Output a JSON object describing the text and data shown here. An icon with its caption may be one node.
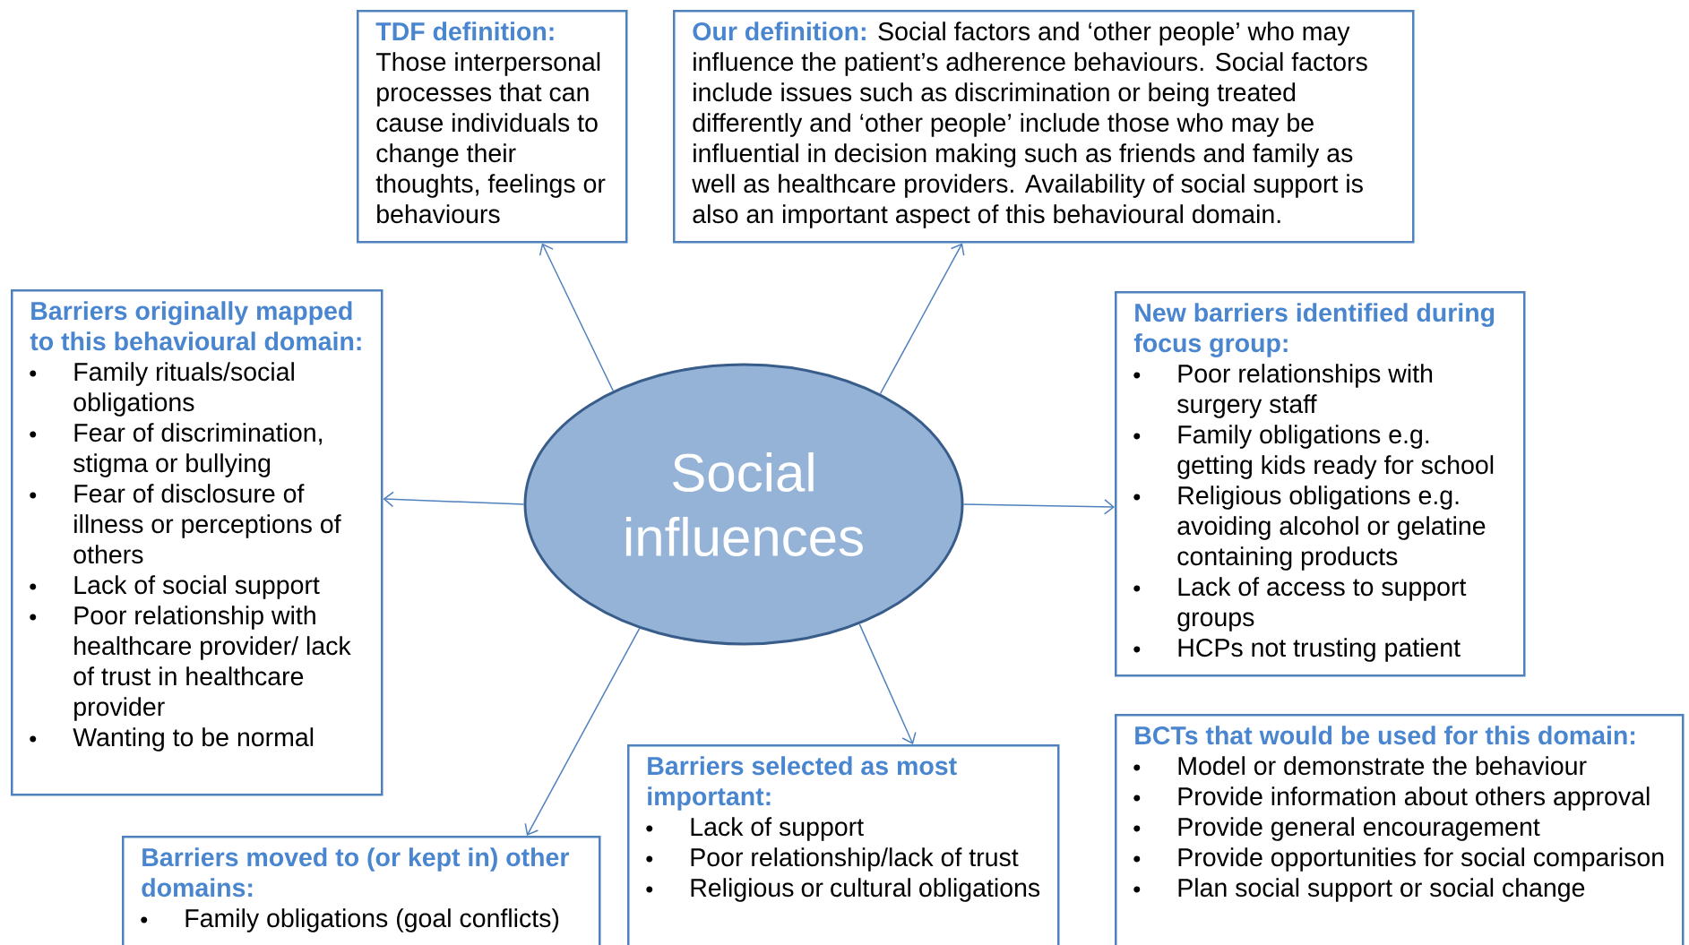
{
  "diagram": {
    "nodes": [
      {
        "text": [
          "TDF definition:",
          "Those interpersonal processes that can cause individuals to change their thoughts, feelings or behaviours"
        ]
      },
      {
        "text": [
          "Our definition:",
          "Social factors and ‘other people’ who may influence the patient’s adherence behaviours.  Social factors include issues such as discrimination or being treated differently and ‘other people’ include those who may be influential in decision making such as friends and family as well as healthcare providers. Availability of social support is also an important aspect of this behavioural domain."
        ]
      },
      {
        "text": [
          "Barriers originally mapped to this behavioural domain:",
          "Family rituals/social obligations",
          "Fear of discrimination, stigma or bullying",
          "Fear of disclosure of illness or perceptions of others",
          "Lack of social support",
          "Poor relationship with healthcare provider/ lack of trust in healthcare provider",
          "Wanting to be normal"
        ]
      },
      {
        "text": [
          "Social influences"
        ]
      },
      {
        "text": [
          "New barriers identified during focus group:",
          "Poor relationships with surgery staff",
          "Family obligations e.g. getting kids ready for school",
          "Religious obligations e.g. avoiding alcohol or gelatine containing products",
          "Lack of access to support groups",
          "HCPs not trusting patient"
        ]
      },
      {
        "text": [
          "BCTs that would be used for this domain:",
          "Model or demonstrate the behaviour",
          "Provide information about others approval",
          "Provide general encouragement",
          "Provide opportunities for social comparison",
          "Plan social support or social change"
        ]
      },
      {
        "text": [
          "Barriers selected as most important:",
          "Lack of support",
          "Poor relationship/lack of trust",
          "Religious or cultural obligations"
        ]
      },
      {
        "text": [
          "Barriers moved to (or kept in) other domains:",
          "Family obligations (goal conflicts)"
        ]
      }
    ],
    "edges": [
      {
        "from": 3,
        "to": 0,
        "arrow": "to"
      },
      {
        "from": 3,
        "to": 1,
        "arrow": "to"
      },
      {
        "from": 3,
        "to": 2,
        "arrow": "to"
      },
      {
        "from": 3,
        "to": 4,
        "arrow": "to"
      },
      {
        "from": 3,
        "to": 6,
        "arrow": "to"
      },
      {
        "from": 3,
        "to": 7,
        "arrow": "to"
      }
    ]
  }
}
